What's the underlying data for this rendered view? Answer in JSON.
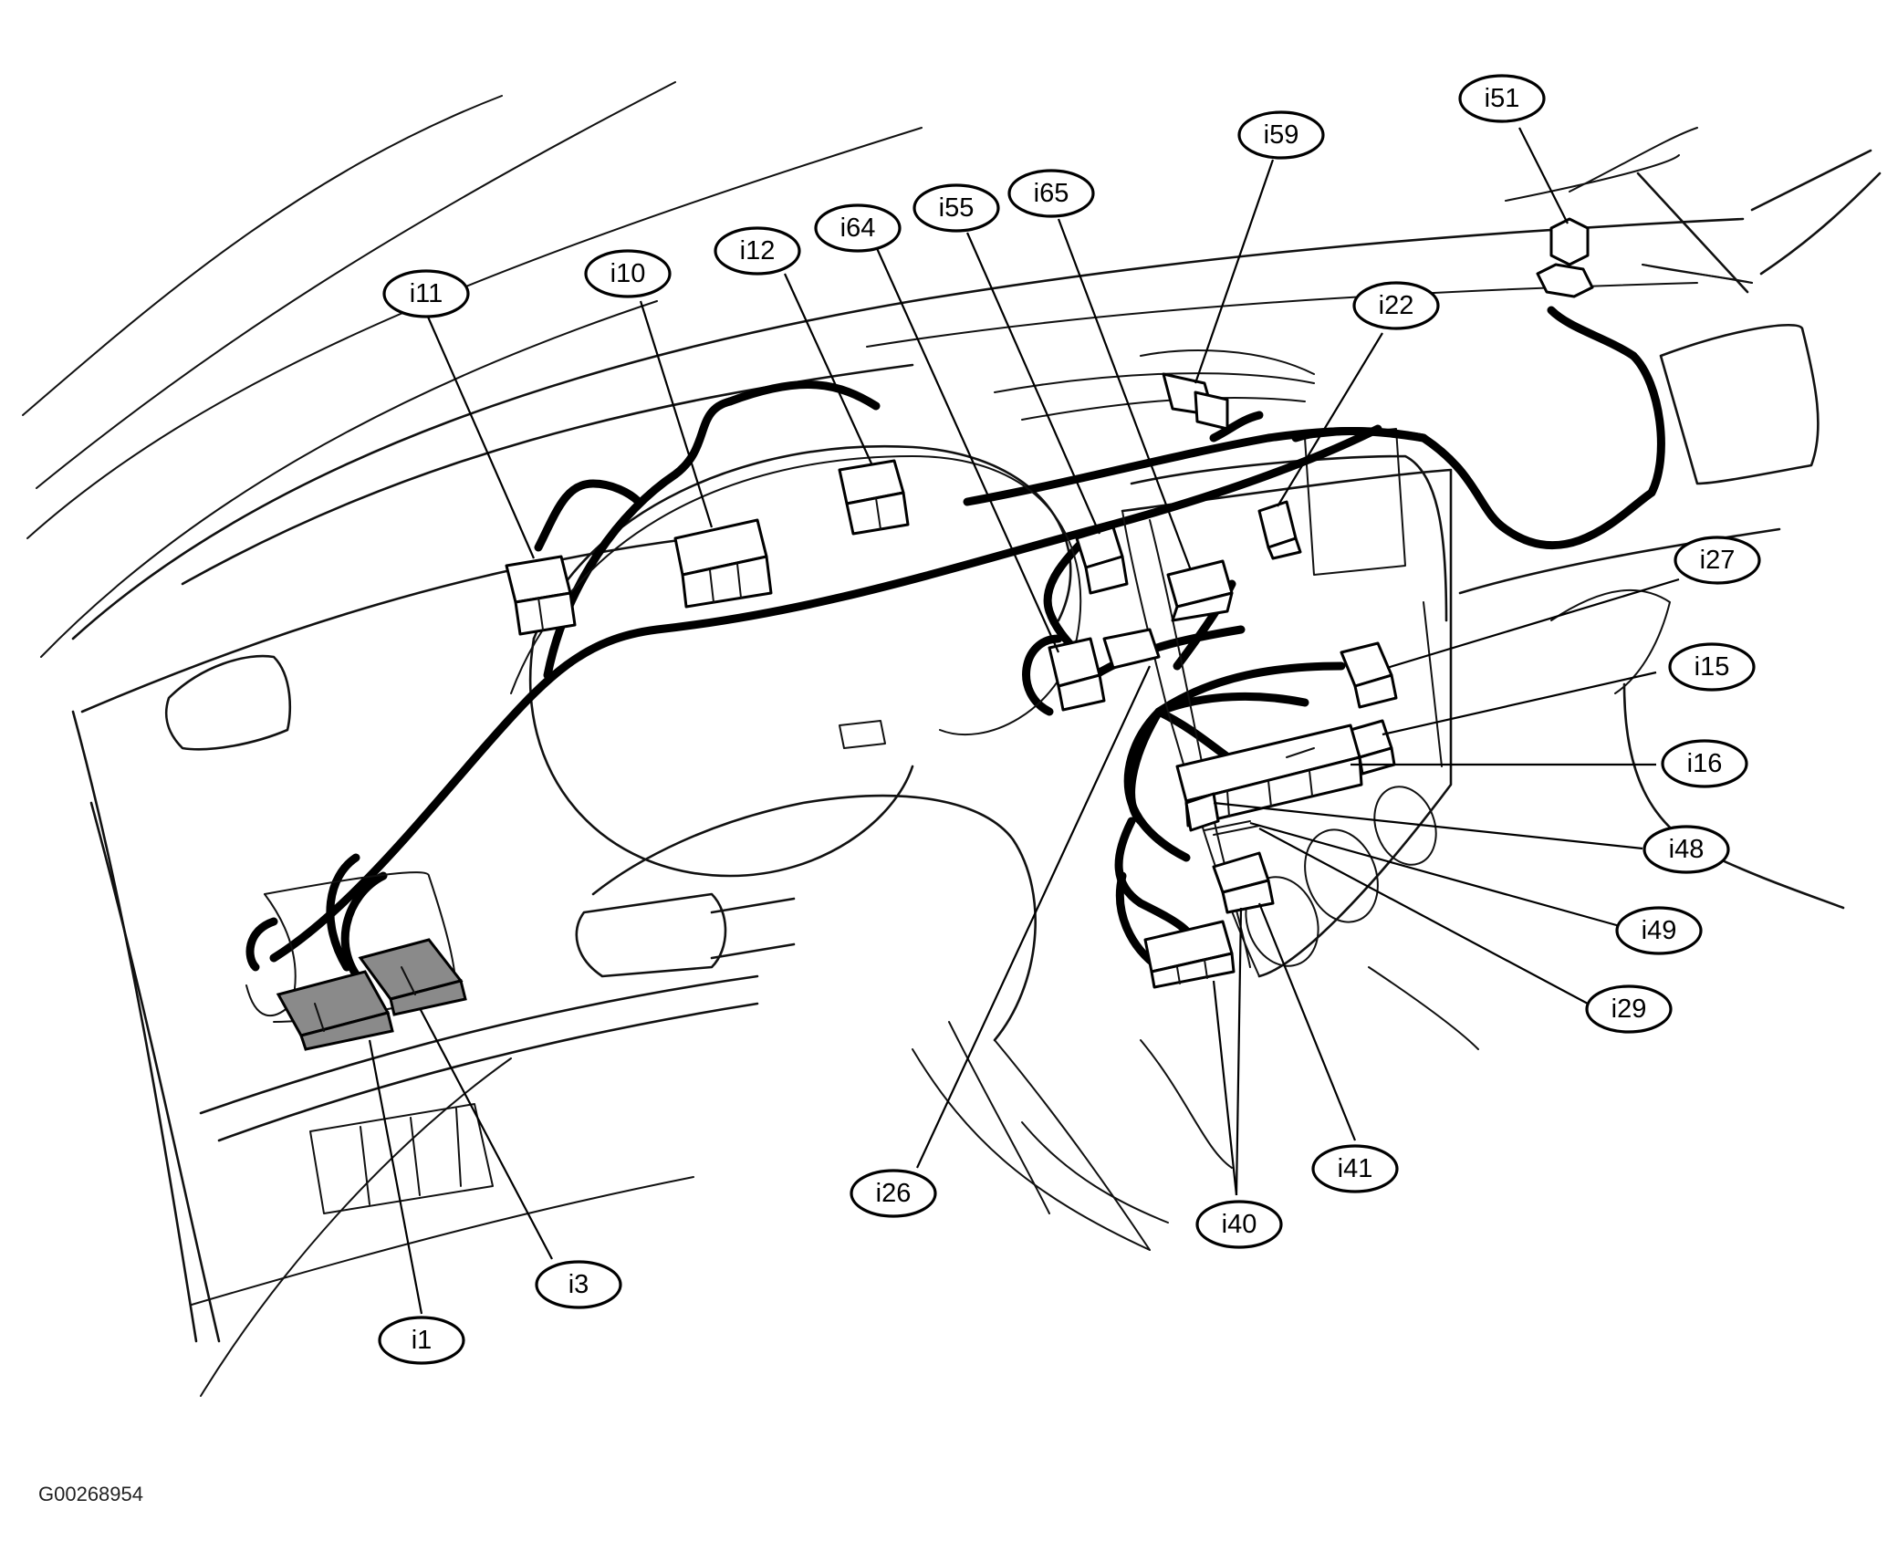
{
  "figure_id": "G00268954",
  "callouts": [
    {
      "id": "i11",
      "label": "i11"
    },
    {
      "id": "i10",
      "label": "i10"
    },
    {
      "id": "i12",
      "label": "i12"
    },
    {
      "id": "i64",
      "label": "i64"
    },
    {
      "id": "i55",
      "label": "i55"
    },
    {
      "id": "i65",
      "label": "i65"
    },
    {
      "id": "i59",
      "label": "i59"
    },
    {
      "id": "i51",
      "label": "i51"
    },
    {
      "id": "i22",
      "label": "i22"
    },
    {
      "id": "i27",
      "label": "i27"
    },
    {
      "id": "i15",
      "label": "i15"
    },
    {
      "id": "i16",
      "label": "i16"
    },
    {
      "id": "i48",
      "label": "i48"
    },
    {
      "id": "i49",
      "label": "i49"
    },
    {
      "id": "i29",
      "label": "i29"
    },
    {
      "id": "i41",
      "label": "i41"
    },
    {
      "id": "i40",
      "label": "i40"
    },
    {
      "id": "i26",
      "label": "i26"
    },
    {
      "id": "i3",
      "label": "i3"
    },
    {
      "id": "i1",
      "label": "i1"
    }
  ]
}
